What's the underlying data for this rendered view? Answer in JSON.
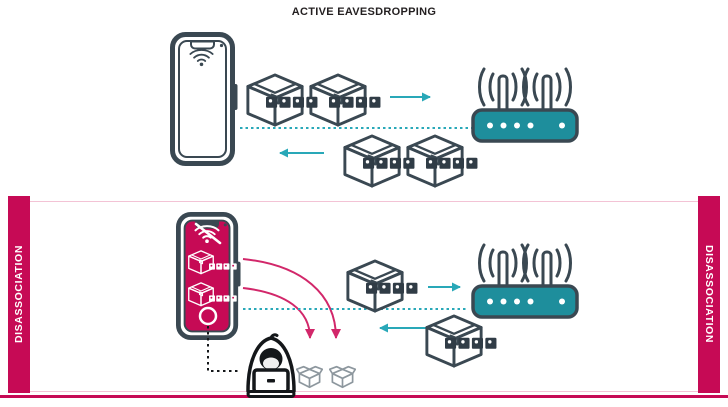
{
  "diagram": {
    "title": "ACTIVE EAVESDROPPING",
    "banners": {
      "left": "DISASSOCIATION",
      "right": "DISASSOCIATION"
    }
  },
  "colors": {
    "teal": "#1e8e9c",
    "teal-accent": "#29a8b8",
    "crimson": "#c60a55",
    "pink-arrow": "#d2276a",
    "outline": "#3a4852",
    "panel-border": "#f3c3d5",
    "bit": "#303c46",
    "gray-box": "#8d979e",
    "hacker-ink": "#14171a",
    "title-ink": "#231f20"
  },
  "icons": {
    "smartphone": "phone with wifi on screen",
    "wifi": "wifi signal arcs",
    "wifi-off": "wifi arcs with slash (disconnected)",
    "packet": "3d parcel box",
    "data-bits": "row of four data squares",
    "router": "wireless router with two antennas",
    "flow-arrow": "teal transfer arrow",
    "wireless-link": "teal dotted line",
    "intercept-arrow": "curved crimson redirect arrow",
    "hacker": "hooded attacker at laptop",
    "open-packet": "opened parcel box",
    "tap-line": "black dotted tap line"
  }
}
